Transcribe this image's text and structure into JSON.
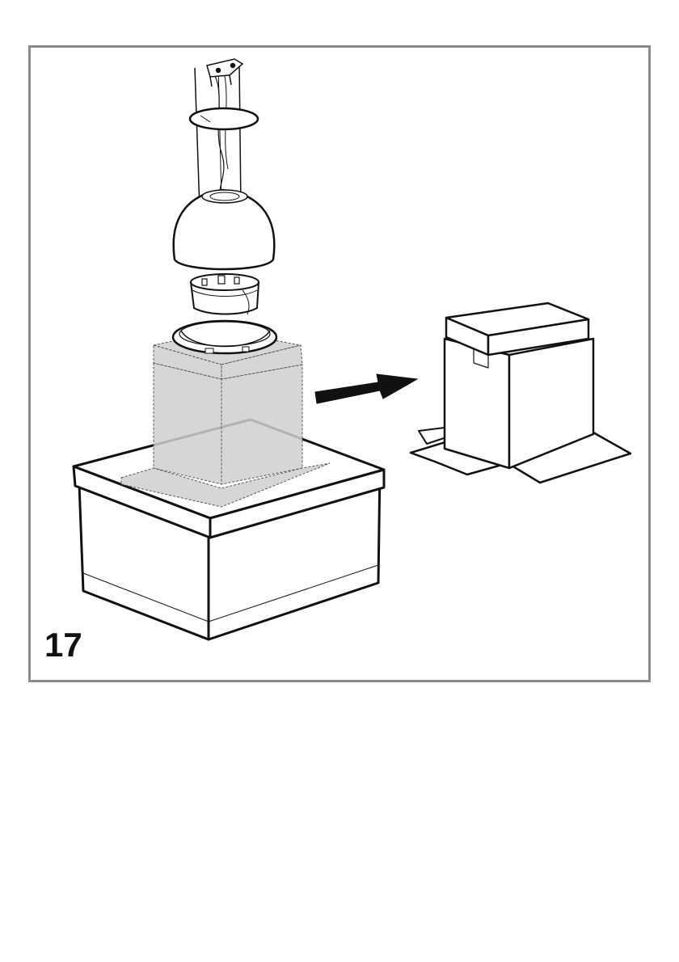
{
  "figure": {
    "step_number": "17",
    "frame_color": "#8a8a8a",
    "packaging_shade_color": "#cfcfcf",
    "line_color": "#111111"
  },
  "illustration": {
    "components": [
      "cable-mount-bracket",
      "chimney-tube",
      "ceiling-disc",
      "hood-dome",
      "motor-unit",
      "mounting-flange",
      "packaging-box",
      "direction-arrow",
      "unpacked-box"
    ]
  }
}
